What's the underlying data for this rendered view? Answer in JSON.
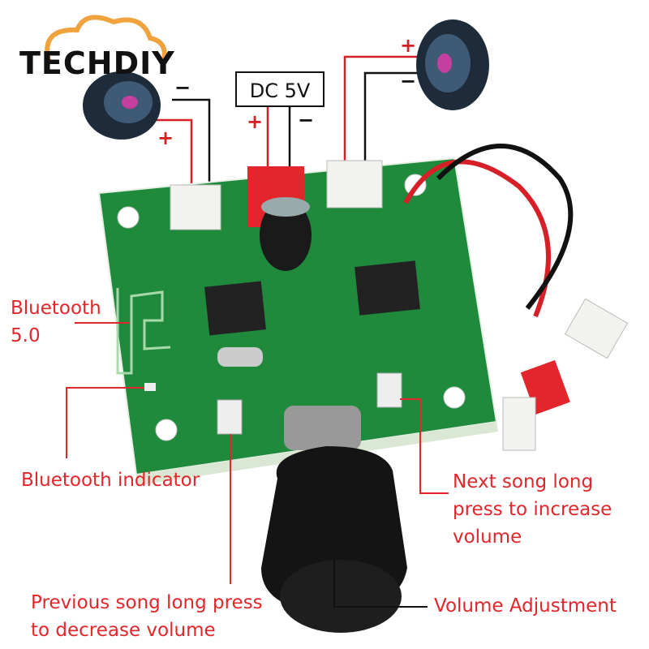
{
  "logo": {
    "text": "TECHDIY",
    "accent": "#f0a23c"
  },
  "power": {
    "label": "DC 5V",
    "plus": "+",
    "minus": "−"
  },
  "left_speaker": {
    "plus": "+",
    "minus": "−"
  },
  "right_speaker": {
    "plus": "+",
    "minus": "−"
  },
  "annotations": {
    "bluetooth": "Bluetooth\n5.0",
    "indicator": "Bluetooth indicator",
    "next": "Next song long\npress to increase\nvolume",
    "previous": "Previous song long press\nto decrease volume",
    "volume": "Volume Adjustment"
  },
  "colors": {
    "label": "#e3262b",
    "board": "#1f8a3c",
    "wire_red": "#d61f26",
    "wire_black": "#111111"
  }
}
